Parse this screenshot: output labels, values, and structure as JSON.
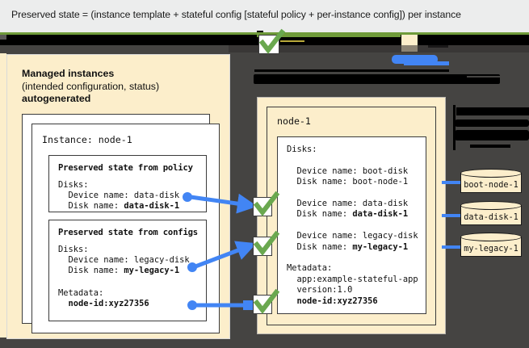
{
  "caption": {
    "text": "Preserved state = (instance template + stateful config [stateful policy + per-instance config]) per instance"
  },
  "colors": {
    "cream": "#fceecb",
    "dark_backdrop": "#454442",
    "accent_blue": "#4285f4",
    "check_green": "#6aa84f",
    "rule_green": "#6f9b3a",
    "page_background": "#eceded"
  },
  "left_panel": {
    "heading_line1": "Managed instances",
    "heading_line2": "(intended configuration, status)",
    "heading_line3": "autogenerated",
    "instance_title": "Instance: node-1",
    "policy_box": {
      "header": "Preserved state from policy",
      "body": "Disks:\n  Device name: data-disk\n  Disk name: ",
      "body_bold": "data-disk-1"
    },
    "configs_box": {
      "header": "Preserved state from configs",
      "body_line1": "Disks:",
      "body_line2": "  Device name: legacy-disk",
      "body_line3_prefix": "  Disk name: ",
      "body_line3_bold": "my-legacy-1",
      "metadata_label": "Metadata:",
      "metadata_value": "  node-id:xyz27356"
    }
  },
  "right_panel": {
    "title": "node-1",
    "disks_label": "Disks:",
    "boot_device": "  Device name: boot-disk",
    "boot_disk": "  Disk name: boot-node-1",
    "data_device": "  Device name: data-disk",
    "data_disk_prefix": "  Disk name: ",
    "data_disk_bold": "data-disk-1",
    "legacy_device": "  Device name: legacy-disk",
    "legacy_disk_prefix": "  Disk name: ",
    "legacy_disk_bold": "my-legacy-1",
    "metadata_label": "Metadata:",
    "metadata_app": "  app:example-stateful-app",
    "metadata_version": "  version:1.0",
    "metadata_nodeid": "  node-id:xyz27356"
  },
  "disks": [
    {
      "label": "boot-node-1"
    },
    {
      "label": "data-disk-1"
    },
    {
      "label": "my-legacy-1"
    }
  ],
  "icons": {
    "check": "check-icon",
    "arrow": "arrow-icon",
    "cylinder": "disk-cylinder-icon"
  }
}
